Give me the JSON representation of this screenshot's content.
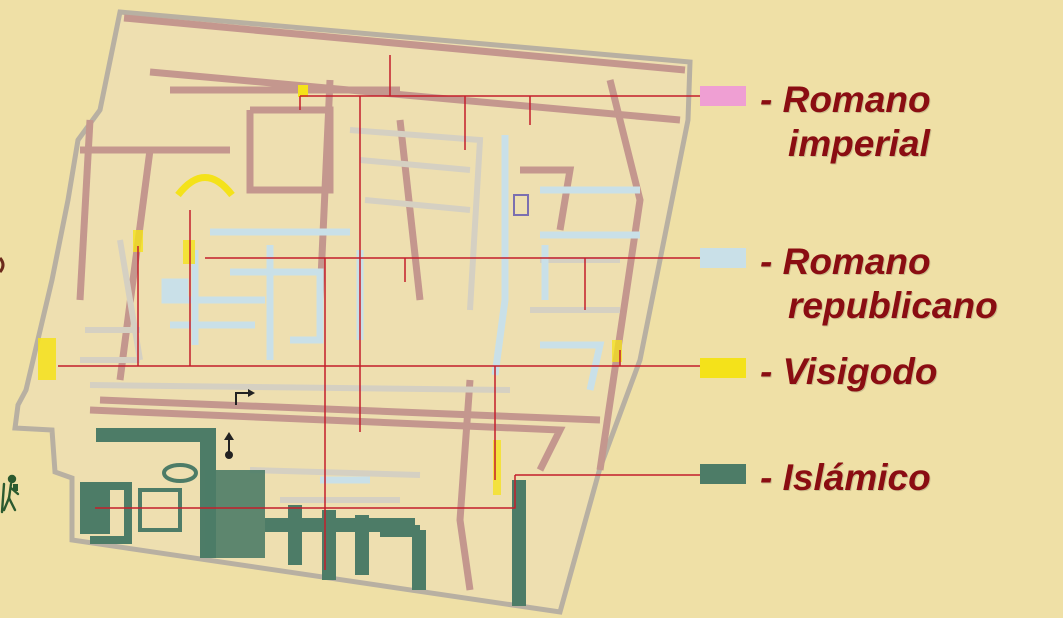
{
  "colors": {
    "background": "#efe0a6",
    "romano_imperial": "#ef9fd3",
    "romano_republicano": "#c9e0e8",
    "visigodo": "#f4e21a",
    "islamico": "#4d7c67",
    "leader_lines": "#c41e2b",
    "wall_rose": "#c4978e",
    "label_text": "#8a0d12"
  },
  "legend": [
    {
      "id": "romano-imperial",
      "dash": "-",
      "line1": "Romano",
      "line2": "imperial",
      "color": "#ef9fd3"
    },
    {
      "id": "romano-republicano",
      "dash": "-",
      "line1": "Romano",
      "line2": "republicano",
      "color": "#c9e0e8"
    },
    {
      "id": "visigodo",
      "dash": "-",
      "line1": "Visigodo",
      "line2": "",
      "color": "#f4e21a"
    },
    {
      "id": "islamico",
      "dash": "-",
      "line1": "Islámico",
      "line2": "",
      "color": "#4d7c67"
    }
  ],
  "icons": {
    "hiker": "hiker-icon",
    "entrance_arrow": "arrow-up-icon",
    "route_arrow": "arrow-right-icon"
  }
}
